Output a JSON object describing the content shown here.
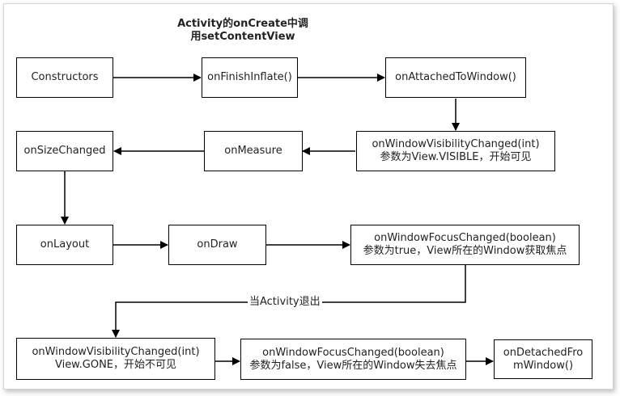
{
  "title_note": {
    "line1": "Activity的onCreate中调",
    "line2": "用setContentView"
  },
  "nodes": {
    "constructors": {
      "label": "Constructors"
    },
    "on_finish_inflate": {
      "label": "onFinishInflate()"
    },
    "on_attached_to_window": {
      "label": "onAttachedToWindow()"
    },
    "on_window_visibility_changed_visible": {
      "line1": "onWindowVisibilityChanged(int)",
      "line2": "参数为View.VISIBLE，开始可见"
    },
    "on_measure": {
      "label": "onMeasure"
    },
    "on_size_changed": {
      "label": "onSizeChanged"
    },
    "on_layout": {
      "label": "onLayout"
    },
    "on_draw": {
      "label": "onDraw"
    },
    "on_window_focus_changed_true": {
      "line1": "onWindowFocusChanged(boolean)",
      "line2": "参数为true，View所在的Window获取焦点"
    },
    "on_window_visibility_changed_gone": {
      "line1": "onWindowVisibilityChanged(int)",
      "line2": "View.GONE，开始不可见"
    },
    "on_window_focus_changed_false": {
      "line1": "onWindowFocusChanged(boolean)",
      "line2": "参数为false，View所在的Window失去焦点"
    },
    "on_detached_from_window": {
      "line1": "onDetachedFro",
      "line2": "mWindow()"
    }
  },
  "edge_labels": {
    "activity_exit": "当Activity退出"
  },
  "colors": {
    "stroke": "#000000",
    "frame_border": "#d4d4d4"
  }
}
